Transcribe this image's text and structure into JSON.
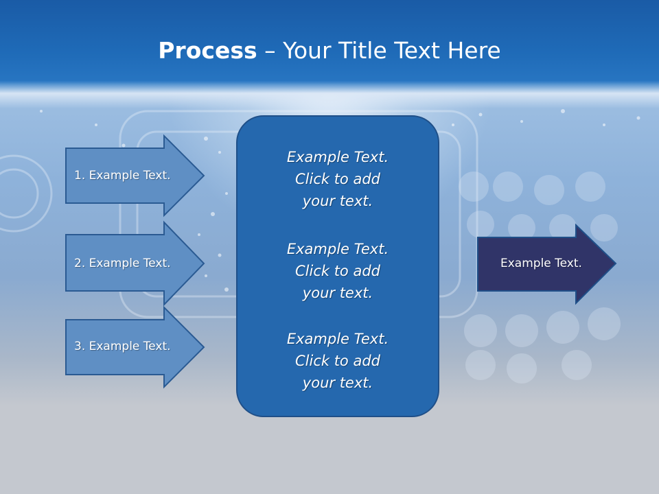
{
  "title": {
    "bold": "Process",
    "rest": " – Your Title Text Here"
  },
  "left_arrows": [
    {
      "label": "1. Example Text."
    },
    {
      "label": "2. Example Text."
    },
    {
      "label": "3. Example Text."
    }
  ],
  "center_box": {
    "blocks": [
      {
        "lines": [
          "Example Text.",
          "Click  to add",
          "your text."
        ]
      },
      {
        "lines": [
          "Example Text.",
          "Click  to add",
          "your text."
        ]
      },
      {
        "lines": [
          "Example Text.",
          "Click  to add",
          "your text."
        ]
      }
    ]
  },
  "right_arrow": {
    "label": "Example Text."
  },
  "colors": {
    "left_arrow_fill": "#5f8fc4",
    "center_box_fill": "#2568ae",
    "right_arrow_fill": "#303468"
  }
}
